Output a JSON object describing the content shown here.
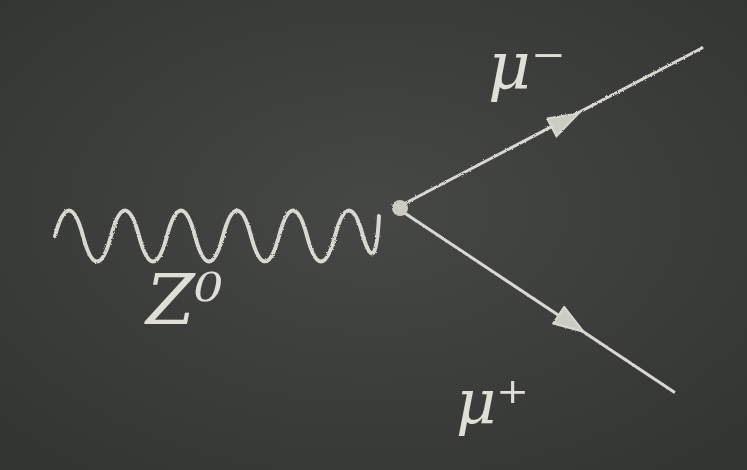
{
  "diagram": {
    "labels": [
      "μ⁻",
      "Z⁰",
      "μ⁺"
    ]
  }
}
